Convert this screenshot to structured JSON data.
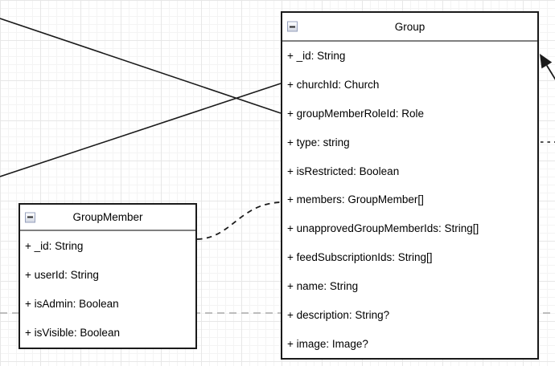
{
  "diagram": {
    "type": "uml-class-diagram",
    "classes": [
      {
        "name": "Group",
        "collapse_state": "expanded",
        "attributes": [
          "+ _id: String",
          "+ churchId: Church",
          "+ groupMemberRoleId: Role",
          "+ type: string",
          "+ isRestricted: Boolean",
          "+ members: GroupMember[]",
          "+ unapprovedGroupMemberIds: String[]",
          "+ feedSubscriptionIds: String[]",
          "+ name: String",
          "+ description: String?",
          "+ image: Image?"
        ]
      },
      {
        "name": "GroupMember",
        "collapse_state": "expanded",
        "attributes": [
          "+ _id: String",
          "+ userId: String",
          "+ isAdmin: Boolean",
          "+ isVisible: Boolean"
        ]
      }
    ],
    "connectors": [
      {
        "name": "association-to-church",
        "style": "solid"
      },
      {
        "name": "association-to-role",
        "style": "solid"
      },
      {
        "name": "groupmember-to-group-dependency",
        "style": "dashed-curve"
      },
      {
        "name": "horizontal-reference-line",
        "style": "dashed-gray"
      },
      {
        "name": "right-edge-dashed-stub",
        "style": "dashed"
      },
      {
        "name": "incoming-association-arrow",
        "style": "solid-block-arrow"
      }
    ],
    "colors": {
      "box_fill": "#ffffff",
      "box_border": "#1a1a1a",
      "header_divider": "#7f7f7f",
      "edge_stroke": "#1a1a1a",
      "dashed_gray_edge": "#a9a9a9",
      "grid_minor": "#f4f4f4",
      "grid_major": "#e7e7e7",
      "collapse_icon_border": "#97a1bd"
    }
  }
}
